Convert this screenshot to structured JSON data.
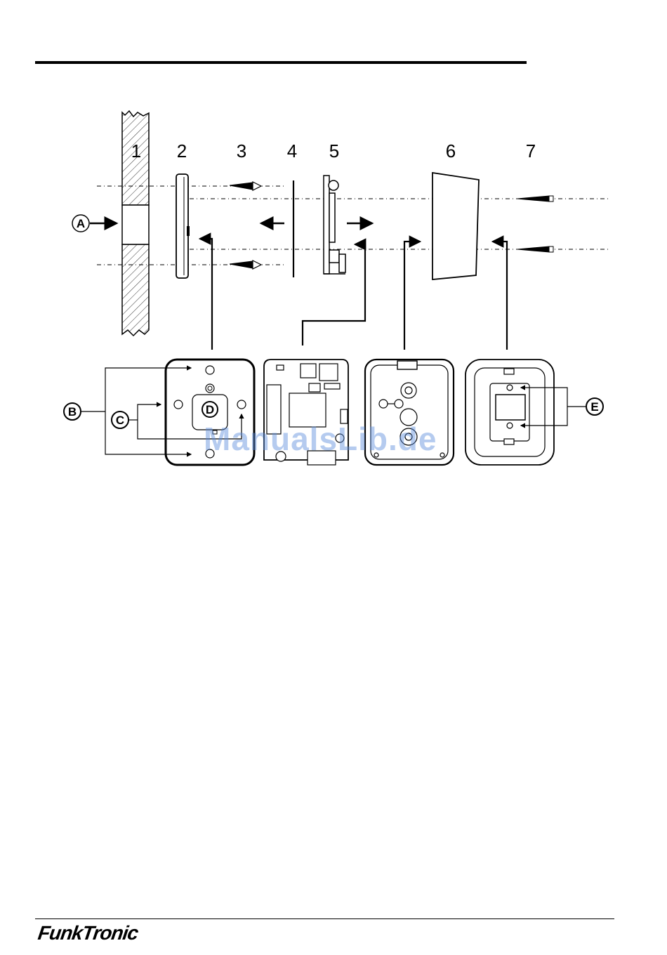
{
  "part_numbers": [
    "1",
    "2",
    "3",
    "4",
    "5",
    "6",
    "7"
  ],
  "callouts": {
    "a": "A",
    "b": "B",
    "c": "C",
    "d": "D",
    "e": "E"
  },
  "watermark": "ManualsLib.de",
  "footer": {
    "logo": "FunkTronic"
  }
}
